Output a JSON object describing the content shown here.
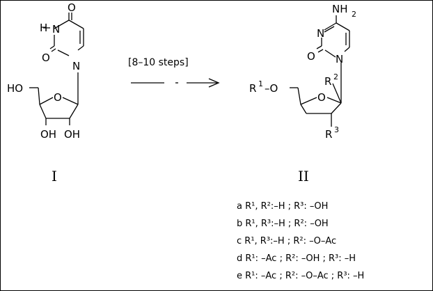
{
  "reaction": {
    "conditions": "[8–10 steps]",
    "compound_left": "I",
    "compound_right": "II"
  },
  "molecule_I": {
    "h": "H",
    "n3": "N",
    "o4": "O",
    "o2": "O",
    "n1": "N",
    "ho5": "HO",
    "o_ring": "O",
    "oh3": "OH",
    "oh2": "OH"
  },
  "molecule_II": {
    "nh2": "NH",
    "nh2_sub": "2",
    "n3": "N",
    "o2": "O",
    "n1": "N",
    "r1": "R",
    "r1_sup": "1",
    "r1_link": "–O",
    "o_ring": "O",
    "r2": "R",
    "r2_sup": "2",
    "r3": "R",
    "r3_sup": "3"
  },
  "legend": [
    "a R¹, R²:–H ; R³: –OH",
    "b R¹, R³:–H ; R²: –OH",
    "c R¹, R³:–H ; R²: –O–Ac",
    "d R¹: –Ac ; R²: –OH ; R³: –H",
    "e R¹: –Ac ; R²: –O–Ac ; R³: –H"
  ]
}
